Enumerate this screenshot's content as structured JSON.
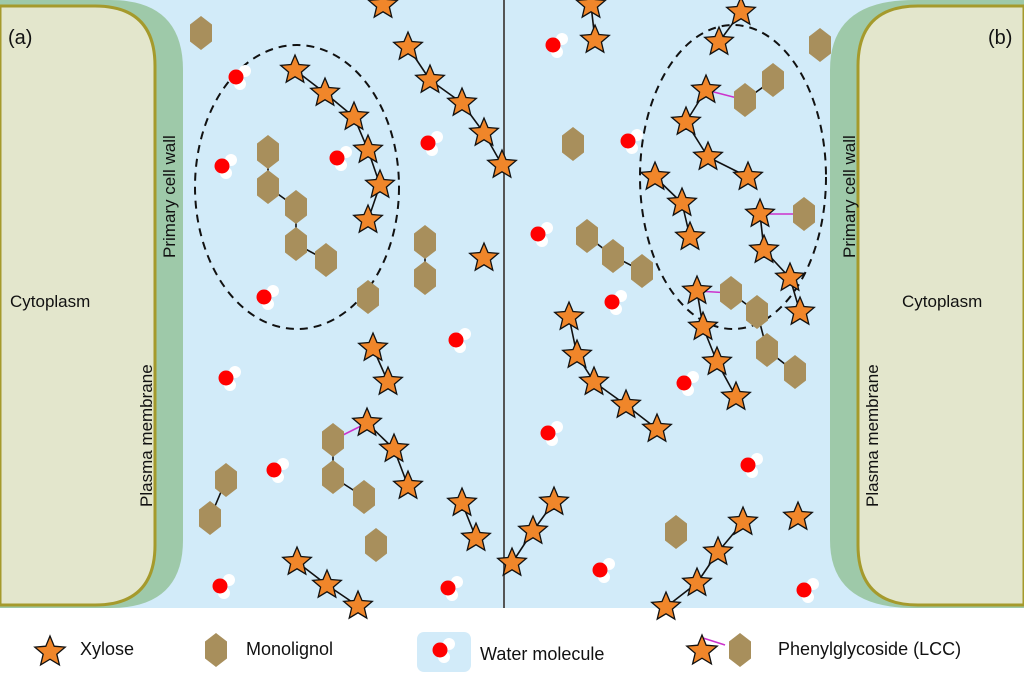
{
  "panels": {
    "a": {
      "tag": "(a)",
      "cytoplasm": "Cytoplasm",
      "cell_wall": "Primary cell wall",
      "membrane": "Plasma membrane"
    },
    "b": {
      "tag": "(b)",
      "cytoplasm": "Cytoplasm",
      "cell_wall": "Primary cell wall",
      "membrane": "Plasma membrane"
    }
  },
  "legend": {
    "xylose": "Xylose",
    "monolignol": "Monolignol",
    "water": "Water molecule",
    "lcc": "Phenylglycoside (LCC)"
  },
  "colors": {
    "medium": "#d2ebf9",
    "cell_wall": "#9ec9a9",
    "cytoplasm": "#e3e6cc",
    "membrane": "#a59a2c",
    "xylose": "#f0862a",
    "monolignol": "#a88f5c",
    "water_o": "#ff0000",
    "lcc_link": "#cc33cc"
  }
}
